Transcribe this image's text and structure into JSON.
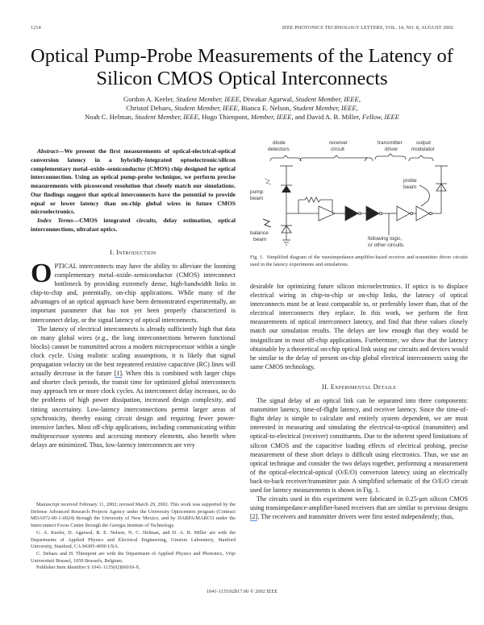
{
  "header": {
    "page_number": "1214",
    "journal": "IEEE PHOTONICS TECHNOLOGY LETTERS, VOL. 14, NO. 8, AUGUST 2002"
  },
  "title": {
    "line1": "Optical Pump-Probe Measurements of the Latency of",
    "line2": "Silicon CMOS Optical Interconnects"
  },
  "authors": [
    {
      "name": "Gordon A. Keeler",
      "role": "Student Member, IEEE"
    },
    {
      "name": "Diwakar Agarwal",
      "role": "Student Member, IEEE"
    },
    {
      "name": "Christof Debaes",
      "role": "Student Member, IEEE"
    },
    {
      "name": "Bianca E. Nelson",
      "role": "Student Member, IEEE"
    },
    {
      "name": "Noah C. Helman",
      "role": "Student Member, IEEE"
    },
    {
      "name": "Hugo Thienpont",
      "role": "Member, IEEE"
    },
    {
      "name": "David A. B. Miller",
      "role": "Fellow, IEEE"
    }
  ],
  "authors_connector": "and",
  "abstract": {
    "label": "Abstract",
    "text": "We present the first measurements of optical-electrical-optical conversion latency in a hybridly-integrated optoelectronic/silicon complementary metal–oxide–semiconductor (CMOS) chip designed for optical interconnection. Using an optical pump-probe technique, we perform precise measurements with picosecond resolution that closely match our simulations. Our findings suggest that optical interconnects have the potential to provide equal or lower latency than on-chip global wires in future CMOS microelectronics."
  },
  "index_terms": {
    "label": "Index Terms",
    "text": "CMOS integrated circuits, delay estimation, optical interconnections, ultrafast optics."
  },
  "section1": {
    "number": "I.",
    "title": "Introduction",
    "dropcap": "O",
    "p1_first": "PTICAL interconnects may have the ability to alleviate the looming complementary metal–oxide–semiconductor (CMOS) interconnect bottleneck by providing extremely dense, high-bandwidth links in chip-to-chip and, potentially, on-chip applications. While many of the advantages of an optical approach have been demonstrated experimentally, an important parameter that has not yet been properly characterized is interconnect delay, or the signal latency of optical interconnects.",
    "p2_before_cite": "The latency of electrical interconnects is already sufficiently high that data on many global wires (e.g., the long interconnections between functional blocks) cannot be transmitted across a modern microprocessor within a single clock cycle. Using realistic scaling assumptions, it is likely that signal propagation velocity on the best repeatered resistive capacitive (RC) lines will actually decrease in the future ",
    "p2_cite": "[1]",
    "p2_after_cite": ". When this is combined with larger chips and shorter clock periods, the transit time for optimized global interconnects may approach ten or more clock cycles. As interconnect delay increases, so do the problems of high power dissipation, increased design complexity, and timing uncertainty. Low-latency interconnections permit larger areas of synchronicity, thereby easing circuit design and requiring fewer power-intensive latches. Most off-chip applications, including communicating within multiprocessor systems and accessing memory elements, also benefit when delays are minimized. Thus, low-latency interconnects are very",
    "p2_continued": "desirable for optimizing future silicon microelectronics. If optics is to displace electrical wiring in chip-to-chip or on-chip links, the latency of optical interconnects must be at least comparable to, or preferably lower than, that of the electrical interconnects they replace. In this work, we perform the first measurements of optical interconnect latency, and find that these values closely match our simulation results. The delays are low enough that they would be insignificant in most off-chip applications. Furthermore, we show that the latency obtainable by a theoretical on-chip optical link using our circuits and devices would be similar to the delay of present on-chip global electrical interconnects using the same CMOS technology."
  },
  "section2": {
    "number": "II.",
    "title": "Experimental Details",
    "p1": "The signal delay of an optical link can be separated into three components: transmitter latency, time-of-flight latency, and receiver latency. Since the time-of-flight delay is simple to calculate and entirely system dependent, we are most interested in measuring and simulating the electrical-to-optical (transmitter) and optical-to-electrical (receiver) constituents. Due to the inherent speed limitations of silicon CMOS and the capacitive loading effects of electrical probing, precise measurement of these short delays is difficult using electronics. Thus, we use an optical technique and consider the two delays together, performing a measurement of the optical-electrical-optical (O/E/O) conversion latency using an electrically back-to-back receiver/transmitter pair. A simplified schematic of the O/E/O circuit used for latency measurements is shown in Fig. 1.",
    "p2_before_cite": "The circuits used in this experiment were fabricated in 0.25-μm silicon CMOS using transimpedance-amplifier-based receivers that are similar to previous designs ",
    "p2_cite": "[2]",
    "p2_after_cite": ". The receivers and transmitter drivers were first tested independently; thus,"
  },
  "figure1": {
    "labels": {
      "diode_detectors": [
        "diode",
        "detectors"
      ],
      "receiver_circuit": [
        "receiver",
        "circuit"
      ],
      "transmitter_driver": [
        "transmitter",
        "driver"
      ],
      "output_modulator": [
        "output",
        "modulator"
      ],
      "pump_beam": [
        "pump",
        "beam"
      ],
      "balance_beam": [
        "balance",
        "beam"
      ],
      "probe_beam": [
        "probe",
        "beam"
      ],
      "following_logic": [
        "following logic,",
        "or other circuits"
      ]
    },
    "caption_label": "Fig. 1.",
    "caption": "Simplified diagram of the transimpedance-amplifier-based receiver and transmitter driver circuits used in the latency experiments and simulations."
  },
  "footnotes": [
    "Manuscript received February 11, 2002; revised March 29, 2002. This work was supported by the Defense Advanced Research Projects Agency under the University Optocenters program (Contract MDA972-00-1-0024) through the University of New Mexico, and by DARPA/MARCO under the Interconnect Focus Center through the Georgia Institute of Technology.",
    "G. A. Keeler, D. Agarwal, B. E. Nelson, N. C. Helman, and D. A. B. Miller are with the Departments of Applied Physics and Electrical Engineering, Ginzton Laboratory, Stanford University, Stanford, CA 94305-4090 USA.",
    "C. Debaes and H. Thienpont are with the Department of Applied Physics and Photonics, Vrije Universiteit Brussel, 1050 Brussels, Belgium.",
    "Publisher Item Identifier S 1041-1135(02)06010-X."
  ],
  "footer": {
    "copyright": "1041-1135/02$17.00 © 2002 IEEE"
  }
}
